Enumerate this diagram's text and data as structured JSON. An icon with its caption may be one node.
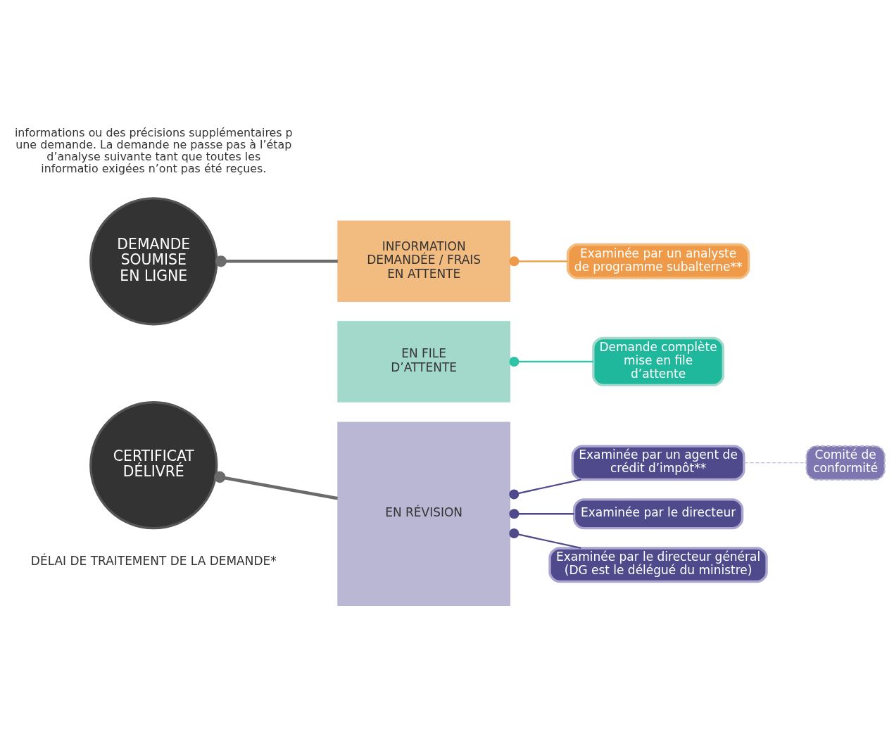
{
  "diagram": {
    "nodes": [
      {
        "text": [
          "DEMANDE SOUMISE EN LIGNE"
        ]
      },
      {
        "text": [
          "INFORMATION DEMANDÉE / FRAIS EN ATTENTE"
        ]
      },
      {
        "text": [
          "EN FILE D’ATTENTE"
        ]
      },
      {
        "text": [
          "EN RÉVISION"
        ]
      },
      {
        "text": [
          "Examinée par un analyste de programme subalterne**"
        ]
      },
      {
        "text": [
          "Demande complète mise en file d’attente"
        ]
      },
      {
        "text": [
          "Examinée par un agent de crédit d’impôt**"
        ]
      },
      {
        "text": [
          "Comité de conformité"
        ]
      },
      {
        "text": [
          "Examinée par le directeur"
        ]
      },
      {
        "text": [
          "Examinée par le directeur général (DG est le délégué du ministre)"
        ]
      },
      {
        "text": [
          "CERTIFICAT DÉLIVRÉ"
        ]
      }
    ],
    "edges": [
      {
        "from": 0,
        "to": 1,
        "arrow": "other",
        "style": "thick",
        "color": "#6b6b6b"
      },
      {
        "from": 1,
        "to": 4,
        "arrow": "other",
        "color": "#ee9a48"
      },
      {
        "from": 2,
        "to": 5,
        "arrow": "other",
        "color": "#2fc3a8"
      },
      {
        "from": 3,
        "to": 6,
        "arrow": "other",
        "color": "#4f4a8c"
      },
      {
        "from": 6,
        "to": 7,
        "arrow": "none",
        "style": "dashed",
        "color": "#b3b0cc"
      },
      {
        "from": 3,
        "to": 8,
        "arrow": "other",
        "color": "#4f4a8c"
      },
      {
        "from": 3,
        "to": 9,
        "arrow": "other",
        "color": "#4f4a8c"
      },
      {
        "from": 10,
        "to": 3,
        "arrow": "other",
        "style": "thick",
        "color": "#6b6b6b"
      }
    ],
    "labels": [
      "informations ou des précisions supplémentaires p une demande. La demande ne passe pas à l’étap d’analyse suivante tant que toutes les informatio exigées n’ont pas été reçues.",
      "DÉLAI DE TRAITEMENT DE LA DEMANDE*"
    ]
  }
}
